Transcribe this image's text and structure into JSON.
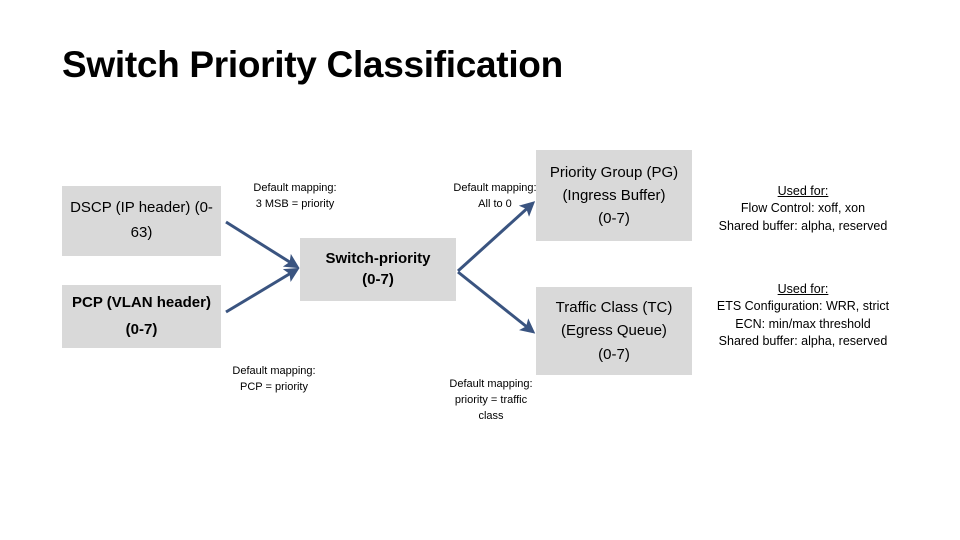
{
  "slide": {
    "title": "Switch Priority Classification",
    "accent_arrow_color": "#3a5480",
    "box_fill_color": "#d9d9d9"
  },
  "boxes": {
    "dscp": {
      "name": "DSCP (IP header) (0-",
      "range": "63)"
    },
    "pcp": {
      "name": "PCP (VLAN header)",
      "range": "(0-7)"
    },
    "switch_priority": {
      "name": "Switch-priority",
      "range": "(0-7)"
    },
    "priority_group": {
      "name": "Priority Group (PG)",
      "detail": "(Ingress Buffer)",
      "range": "(0-7)"
    },
    "traffic_class": {
      "name": "Traffic Class (TC)",
      "detail": "(Egress Queue)",
      "range": "(0-7)"
    }
  },
  "edge_labels": {
    "dscp_to_switch": {
      "line1": "Default mapping:",
      "line2": "3 MSB = priority"
    },
    "pcp_to_switch": {
      "line1": "Default mapping:",
      "line2": "PCP = priority"
    },
    "switch_to_pg": {
      "line1": "Default mapping:",
      "line2": "All to 0"
    },
    "switch_to_tc": {
      "line1": "Default mapping:",
      "line2": "priority = traffic",
      "line3": "class"
    }
  },
  "annotations": {
    "pg_used_for": {
      "header": "Used for:",
      "line1": "Flow Control: xoff, xon",
      "line2": "Shared buffer: alpha, reserved"
    },
    "tc_used_for": {
      "header": "Used for:",
      "line1": "ETS Configuration: WRR, strict",
      "line2": "ECN: min/max threshold",
      "line3": "Shared buffer: alpha, reserved"
    }
  }
}
